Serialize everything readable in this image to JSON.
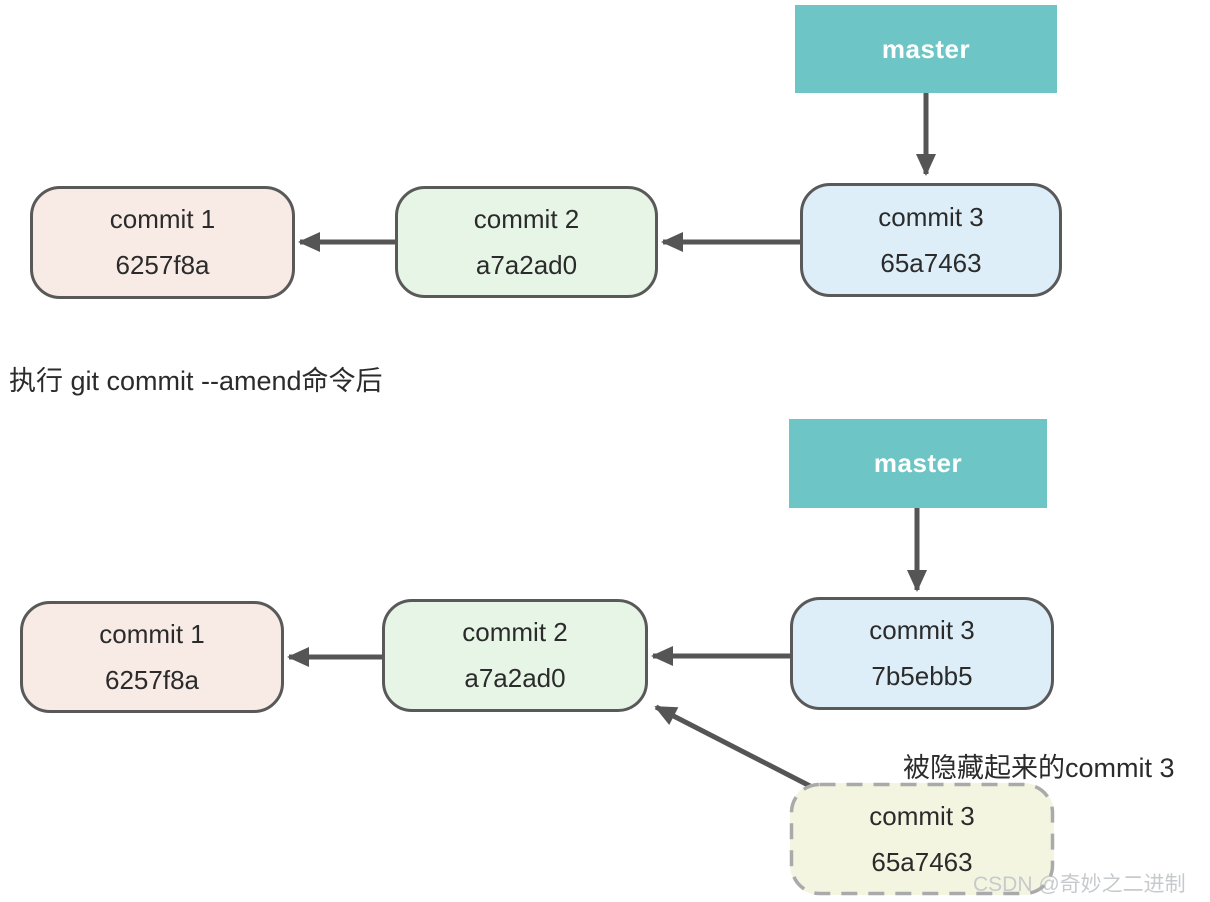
{
  "diagram": {
    "before": {
      "master_label": "master",
      "commits": [
        {
          "title": "commit 1",
          "hash": "6257f8a"
        },
        {
          "title": "commit 2",
          "hash": "a7a2ad0"
        },
        {
          "title": "commit 3",
          "hash": "65a7463"
        }
      ]
    },
    "caption": "执行 git commit --amend命令后",
    "after": {
      "master_label": "master",
      "commits": [
        {
          "title": "commit 1",
          "hash": "6257f8a"
        },
        {
          "title": "commit 2",
          "hash": "a7a2ad0"
        },
        {
          "title": "commit 3",
          "hash": "7b5ebb5"
        }
      ],
      "hidden_annotation": "被隐藏起来的commit 3",
      "hidden_commit": {
        "title": "commit 3",
        "hash": "65a7463"
      }
    },
    "watermark": "CSDN @奇妙之二进制",
    "colors": {
      "branch_bg": "#6ec5c5",
      "commit1_bg": "#f8ebe5",
      "commit2_bg": "#e6f5e5",
      "commit3_bg": "#ddeef8",
      "hidden_commit_bg": "#f3f5e1",
      "node_border": "#595959",
      "arrow": "#555555",
      "text": "#2b2b2b",
      "watermark_text": "#c7cacc"
    }
  }
}
